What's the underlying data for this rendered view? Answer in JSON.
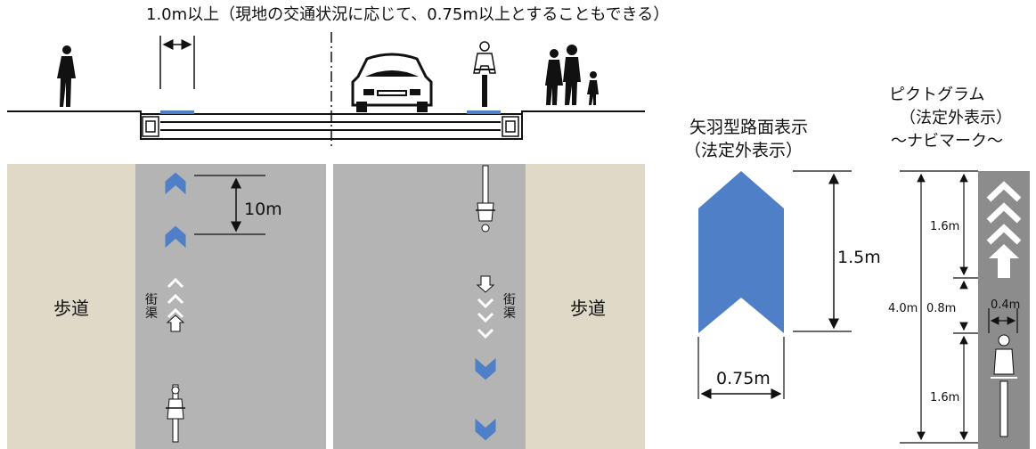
{
  "cross_section": {
    "width_note": "1.0m以上（現地の交通状況に応じて、0.75m以上とすることもできる）"
  },
  "plan_view": {
    "left_sidewalk": "歩道",
    "right_sidewalk": "歩道",
    "left_gutter_label": "街渠",
    "right_gutter_label": "街渠",
    "arrow_spacing": "10m"
  },
  "arrow_marking": {
    "title_line1": "矢羽型路面表示",
    "title_line2": "（法定外表示）",
    "height": "1.5m",
    "width": "0.75m"
  },
  "pictogram": {
    "title_line1": "ピクトグラム",
    "title_line2": "（法定外表示）",
    "title_line3": "～ナビマーク～",
    "total_length": "4.0m",
    "segment_top": "1.6m",
    "segment_gap": "0.8m",
    "segment_bottom": "1.6m",
    "width": "0.4m"
  },
  "colors": {
    "marking_blue": "#4f7fc6",
    "road_gray": "#b4b4b4",
    "sidewalk_beige": "#dedac7",
    "dark_gray": "#8c8c8c"
  }
}
